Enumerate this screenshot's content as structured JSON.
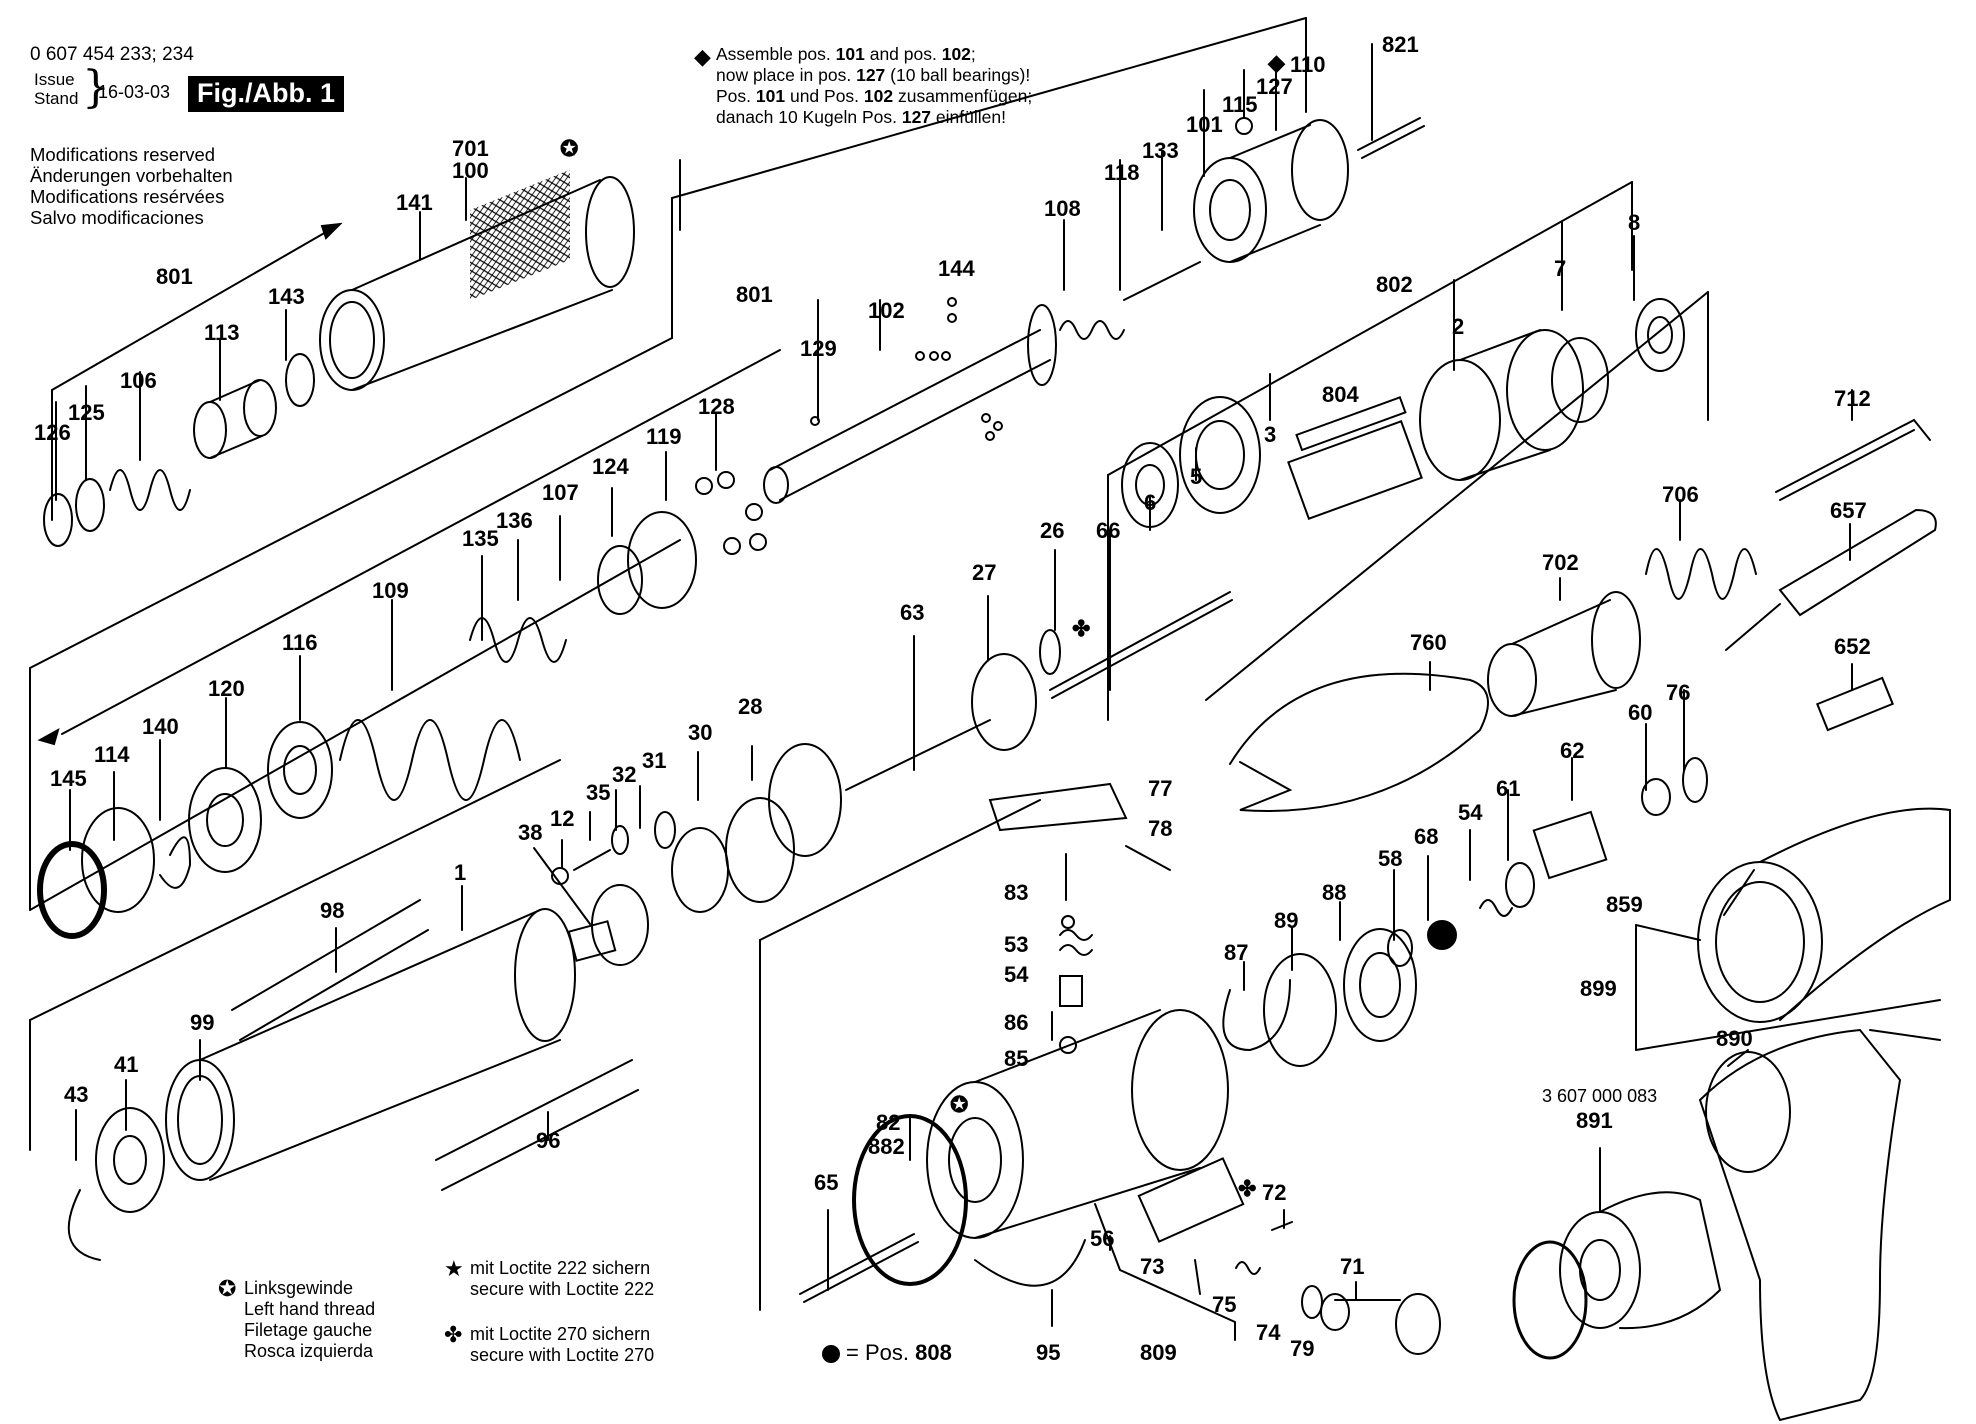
{
  "header": {
    "doc_number": "0 607 454 233; 234",
    "issue_label_en": "Issue",
    "issue_label_de": "Stand",
    "issue_date": "16-03-03",
    "fig_label": "Fig./Abb. 1"
  },
  "modifications": [
    "Modifications reserved",
    "Änderungen vorbehalten",
    "Modifications resérvées",
    "Salvo modificaciones"
  ],
  "assembly_note": {
    "symbol": "◆",
    "line1_a": "Assemble pos. ",
    "line1_b": "101",
    "line1_c": " and pos. ",
    "line1_d": "102",
    "line1_e": ";",
    "line2_a": "now place in pos. ",
    "line2_b": "127",
    "line2_c": " (10 ball bearings)!",
    "line3_a": "Pos. ",
    "line3_b": "101",
    "line3_c": " und Pos. ",
    "line3_d": "102",
    "line3_e": " zusammenfügen;",
    "line4_a": "danach 10 Kugeln Pos. ",
    "line4_b": "127",
    "line4_c": " einfüllen!"
  },
  "legend_left_hand": {
    "symbol": "✪",
    "lines": [
      "Linksgewinde",
      "Left hand thread",
      "Filetage gauche",
      "Rosca izquierda"
    ]
  },
  "legend_loctite222": {
    "symbol": "★",
    "lines": [
      "mit Loctite 222 sichern",
      "secure with Loctite 222"
    ]
  },
  "legend_loctite270": {
    "symbol": "✤",
    "lines": [
      "mit Loctite 270 sichern",
      "secure with Loctite 270"
    ]
  },
  "pos808": {
    "prefix": "= Pos.",
    "value": "808"
  },
  "part_code": "3 607 000 083",
  "labels": {
    "l701": "701",
    "l100": "100",
    "l141": "141",
    "l801a": "801",
    "l143": "143",
    "l113": "113",
    "l106": "106",
    "l125": "125",
    "l126": "126",
    "l801b": "801",
    "l129": "129",
    "l102": "102",
    "l144": "144",
    "l108": "108",
    "l118": "118",
    "l133": "133",
    "l101": "101",
    "l115": "115",
    "l127": "127",
    "l110": "110",
    "l821": "821",
    "l802": "802",
    "l2": "2",
    "l7": "7",
    "l8": "8",
    "l804": "804",
    "l3": "3",
    "l5": "5",
    "l6": "6",
    "l66": "66",
    "l712": "712",
    "l706": "706",
    "l657": "657",
    "l702": "702",
    "l652": "652",
    "l128": "128",
    "l119": "119",
    "l124": "124",
    "l107": "107",
    "l136": "136",
    "l135": "135",
    "l109": "109",
    "l116": "116",
    "l120": "120",
    "l140": "140",
    "l114": "114",
    "l145": "145",
    "l26": "26",
    "l27": "27",
    "l63": "63",
    "l28": "28",
    "l30": "30",
    "l31": "31",
    "l32": "32",
    "l35": "35",
    "l12": "12",
    "l38": "38",
    "l1": "1",
    "l98": "98",
    "l99": "99",
    "l41": "41",
    "l43": "43",
    "l96": "96",
    "l760": "760",
    "l76": "76",
    "l60": "60",
    "l62": "62",
    "l61": "61",
    "l54a": "54",
    "l68": "68",
    "l58": "58",
    "l88": "88",
    "l89": "89",
    "l87": "87",
    "l77": "77",
    "l78": "78",
    "l83": "83",
    "l53": "53",
    "l54b": "54",
    "l86": "86",
    "l85": "85",
    "l82": "82",
    "l882": "882",
    "l65": "65",
    "l95": "95",
    "l56": "56",
    "l73": "73",
    "l809": "809",
    "l75": "75",
    "l72": "72",
    "l74": "74",
    "l79": "79",
    "l71": "71",
    "l859": "859",
    "l899": "899",
    "l890": "890",
    "l891": "891"
  }
}
